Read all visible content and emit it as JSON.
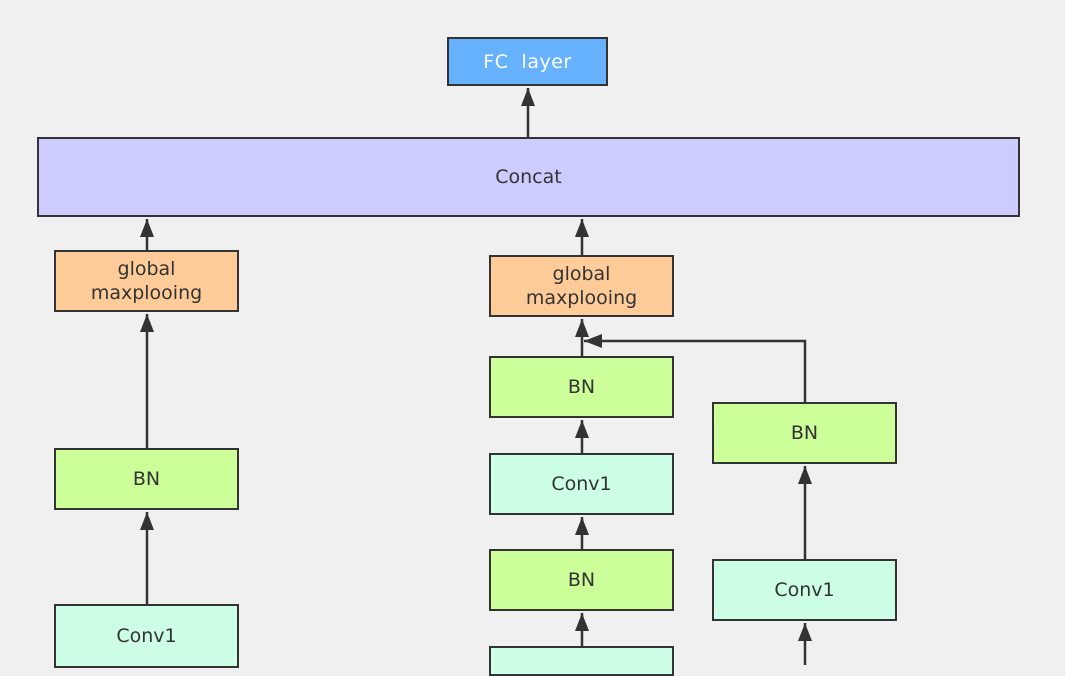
{
  "colors": {
    "fc": "#66b2ff",
    "concat": "#ccccff",
    "pool": "#ffcc99",
    "bn": "#ccff99",
    "conv": "#ccffe6",
    "stroke": "#333333",
    "background": "#f0f0f0"
  },
  "nodes": {
    "fc": "FC  layer",
    "concat": "Concat",
    "pool_left_line1": "global",
    "pool_left_line2": "maxplooing",
    "pool_mid_line1": "global",
    "pool_mid_line2": "maxplooing",
    "bn_left": "BN",
    "conv_left": "Conv1",
    "bn_mid1": "BN",
    "conv_mid1": "Conv1",
    "bn_mid2": "BN",
    "bn_right": "BN",
    "conv_right": "Conv1"
  }
}
